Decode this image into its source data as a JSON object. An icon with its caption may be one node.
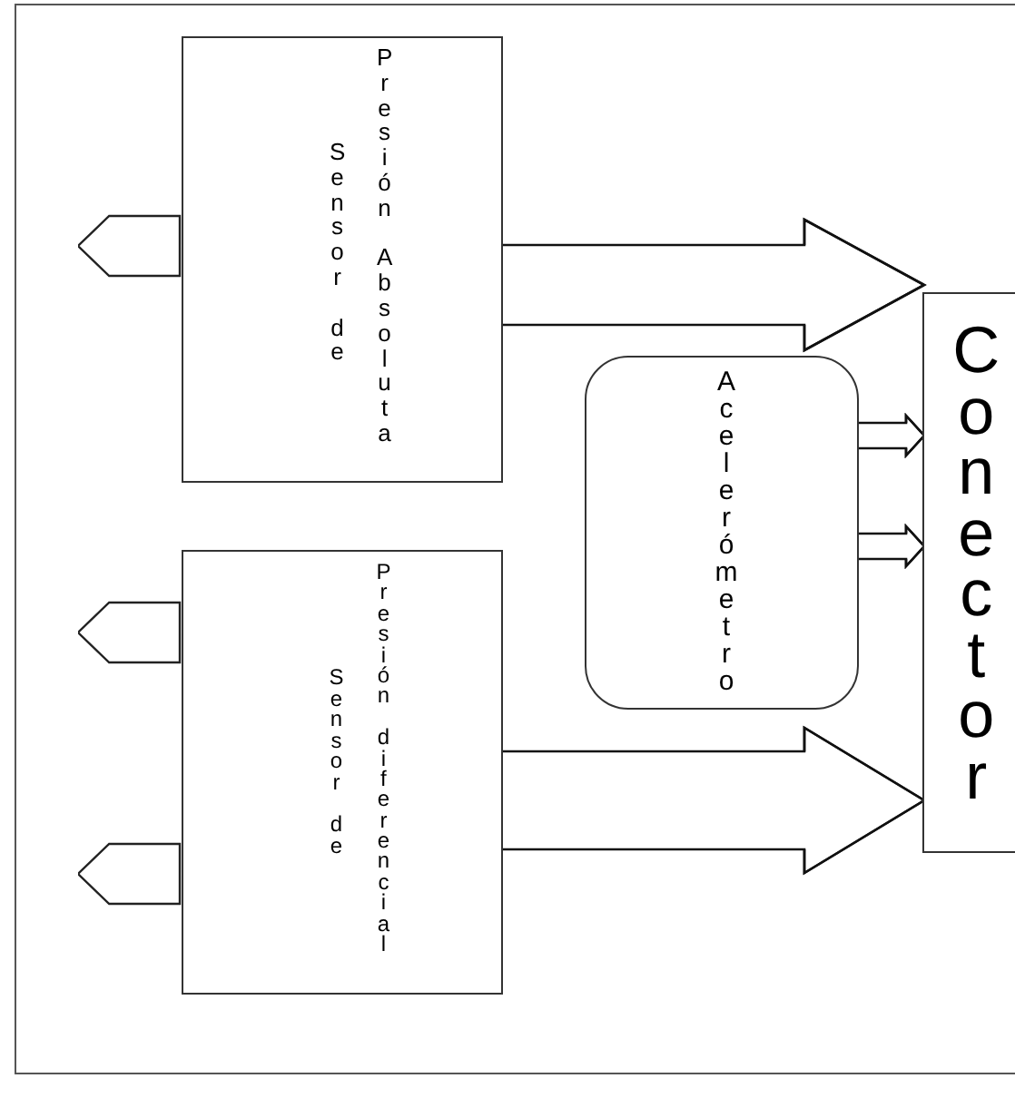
{
  "diagram": {
    "nodes": [
      {
        "text": [
          "Sensor de",
          "Presión Absoluta"
        ]
      },
      {
        "text": [],
        "shape": "pentagon"
      },
      {
        "text": [
          "Sensor de",
          "Presión diferencial"
        ]
      },
      {
        "text": [],
        "shape": "pentagon"
      },
      {
        "text": [],
        "shape": "pentagon"
      },
      {
        "text": [
          "Acelerómetro"
        ]
      },
      {
        "text": [
          "Conector"
        ]
      }
    ],
    "edges": [
      {
        "from": 0,
        "to": 6,
        "arrow": "to"
      },
      {
        "from": 5,
        "to": 6,
        "arrow": "to"
      },
      {
        "from": 5,
        "to": 6,
        "arrow": "to"
      },
      {
        "from": 2,
        "to": 6,
        "arrow": "to"
      }
    ]
  }
}
